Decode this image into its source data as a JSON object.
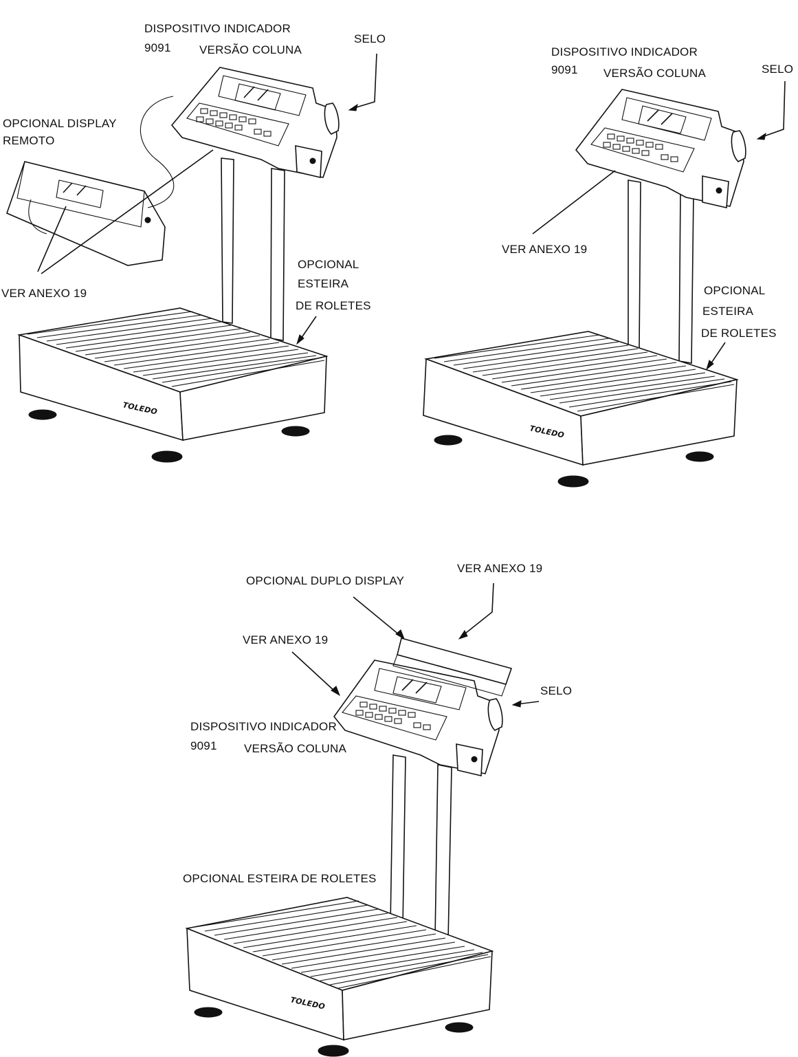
{
  "figures": [
    {
      "indicator_label_line1": "DISPOSITIVO INDICADOR",
      "indicator_model": "9091",
      "indicator_version": "VERSÃO COLUNA",
      "seal_label": "SELO",
      "remote_display_line1": "OPCIONAL DISPLAY",
      "remote_display_line2": "REMOTO",
      "annex_label": "VER ANEXO 19",
      "conveyor_line1": "OPCIONAL",
      "conveyor_line2": "ESTEIRA",
      "conveyor_line3": "DE ROLETES",
      "brand": "TOLEDO"
    },
    {
      "indicator_label_line1": "DISPOSITIVO INDICADOR",
      "indicator_model": "9091",
      "indicator_version": "VERSÃO COLUNA",
      "seal_label": "SELO",
      "annex_label": "VER ANEXO 19",
      "conveyor_line1": "OPCIONAL",
      "conveyor_line2": "ESTEIRA",
      "conveyor_line3": "DE ROLETES",
      "brand": "TOLEDO"
    },
    {
      "annex_label_top": "VER ANEXO 19",
      "double_display_label": "OPCIONAL DUPLO DISPLAY",
      "annex_label_left": "VER ANEXO 19",
      "seal_label": "SELO",
      "indicator_label_line1": "DISPOSITIVO INDICADOR",
      "indicator_model": "9091",
      "indicator_version": "VERSÃO COLUNA",
      "conveyor_label": "OPCIONAL ESTEIRA DE ROLETES",
      "brand": "TOLEDO"
    }
  ]
}
